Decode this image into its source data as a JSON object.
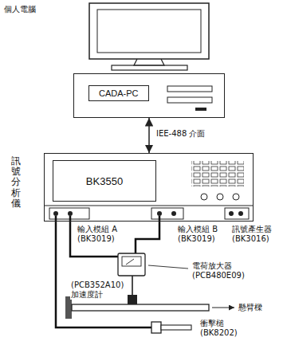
{
  "diagram": {
    "nodes": [
      {
        "text": [
          "CADA-PC"
        ]
      },
      {
        "text": [
          "BK3550"
        ]
      }
    ],
    "edges": [
      {
        "from": 0,
        "to": 1,
        "arrow": "both",
        "label": "IEE-488 介面"
      }
    ],
    "labels": [
      "個人電腦",
      "訊號分析儀",
      "輸入模組 A (BK3019)",
      "輸入模組 B (BK3019)",
      "訊號產生器 (BK3016)",
      "電荷放大器 (PCB480E09)",
      "(PCB352A10) 加速度計",
      "衝擊槌 (BK8202)",
      "懸臂樑"
    ]
  }
}
